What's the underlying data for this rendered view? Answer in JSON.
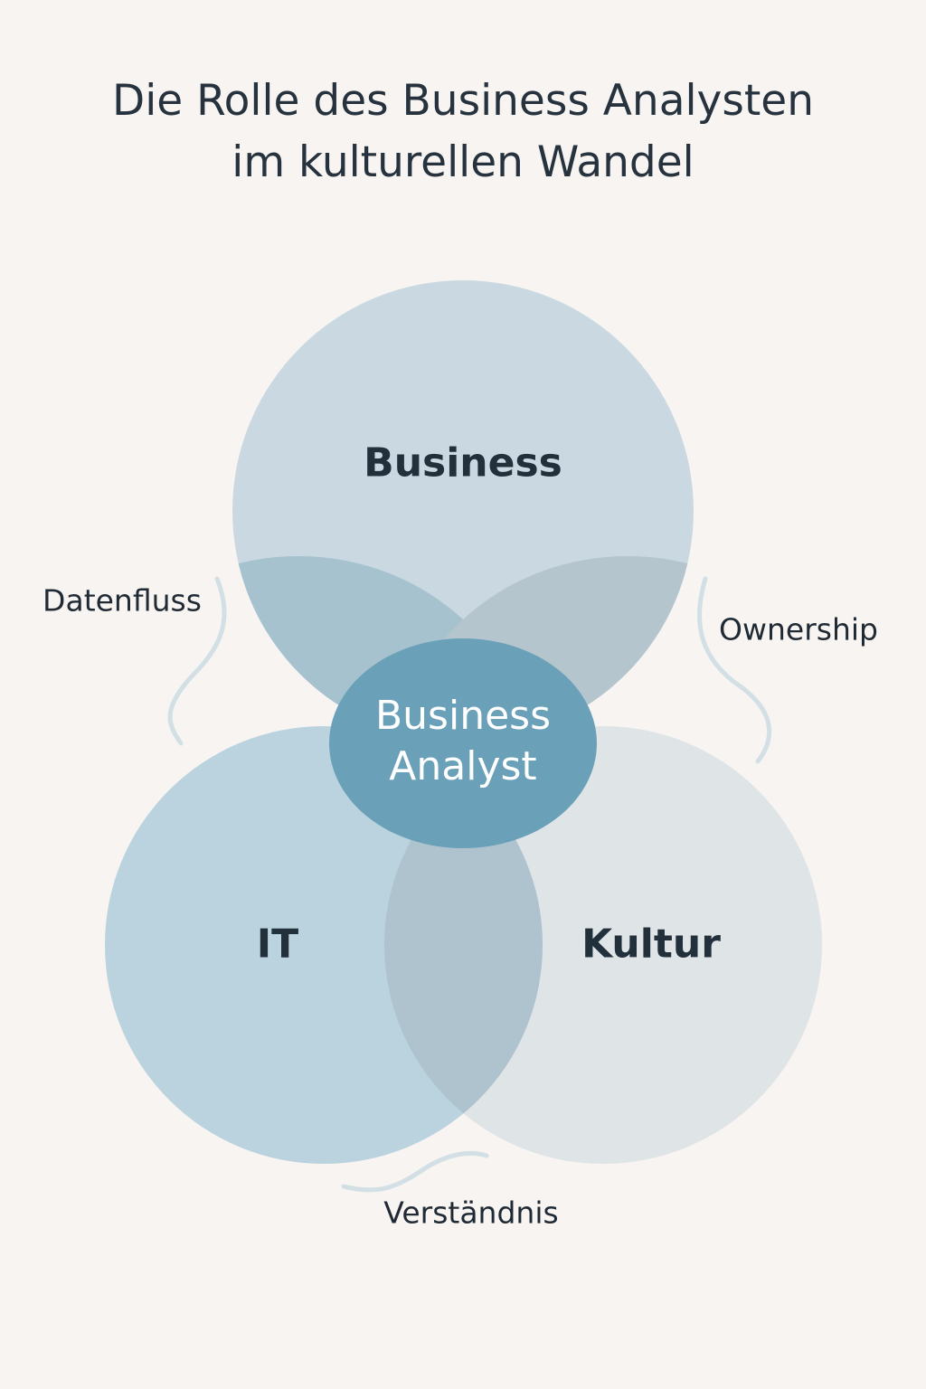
{
  "title": {
    "line1": "Die Rolle des Business Analysten",
    "line2": "im kulturellen Wandel"
  },
  "circles": {
    "business": {
      "label": "Business",
      "color": "#cad9e1"
    },
    "it": {
      "label": "IT",
      "color": "#bbd3de"
    },
    "kultur": {
      "label": "Kultur",
      "color": "#dfe4e7"
    }
  },
  "center": {
    "line1": "Business",
    "line2": "Analyst",
    "color": "#6aa1b9"
  },
  "connectors": {
    "left": "Datenfluss",
    "right": "Ownership",
    "bottom": "Verständnis"
  },
  "background": "#f8f4f1"
}
